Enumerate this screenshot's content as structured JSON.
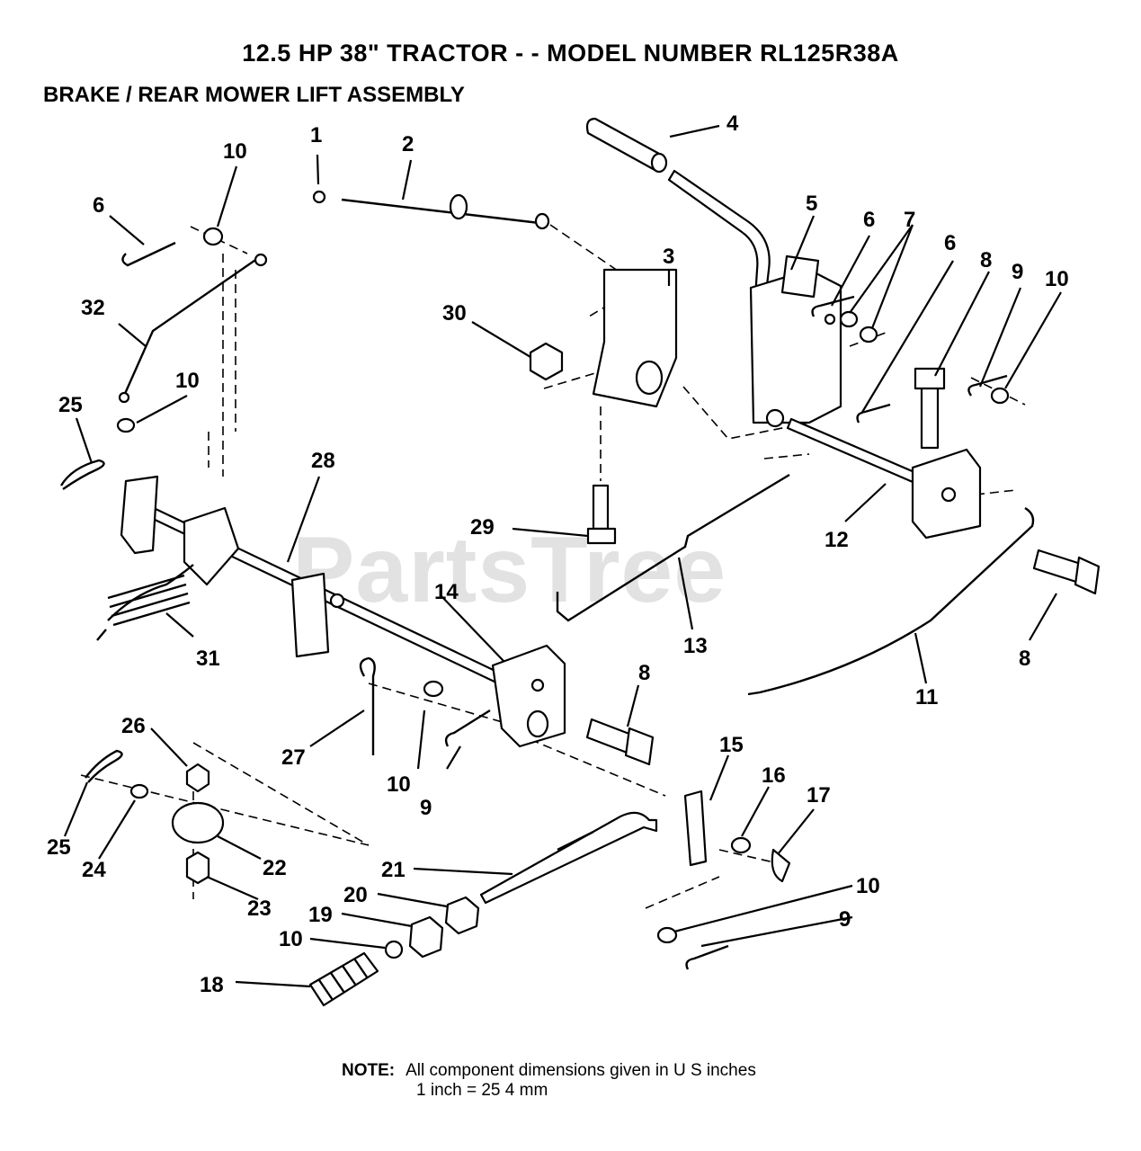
{
  "header": {
    "title": "12.5 HP 38\" TRACTOR - - MODEL NUMBER RL125R38A",
    "subtitle": "BRAKE / REAR MOWER LIFT ASSEMBLY"
  },
  "watermark": "PartsTree",
  "note": {
    "label": "NOTE:",
    "line1": "All component dimensions given in U S  inches",
    "line2": "1 inch = 25 4 mm"
  },
  "callouts": [
    {
      "id": "c1",
      "text": "1"
    },
    {
      "id": "c2",
      "text": "2"
    },
    {
      "id": "c3",
      "text": "3"
    },
    {
      "id": "c4",
      "text": "4"
    },
    {
      "id": "c5",
      "text": "5"
    },
    {
      "id": "c6a",
      "text": "6"
    },
    {
      "id": "c6b",
      "text": "6"
    },
    {
      "id": "c6c",
      "text": "6"
    },
    {
      "id": "c7",
      "text": "7"
    },
    {
      "id": "c8a",
      "text": "8"
    },
    {
      "id": "c8b",
      "text": "8"
    },
    {
      "id": "c8c",
      "text": "8"
    },
    {
      "id": "c9a",
      "text": "9"
    },
    {
      "id": "c9b",
      "text": "9"
    },
    {
      "id": "c9c",
      "text": "9"
    },
    {
      "id": "c10a",
      "text": "10"
    },
    {
      "id": "c10b",
      "text": "10"
    },
    {
      "id": "c10c",
      "text": "10"
    },
    {
      "id": "c10d",
      "text": "10"
    },
    {
      "id": "c10e",
      "text": "10"
    },
    {
      "id": "c10f",
      "text": "10"
    },
    {
      "id": "c11",
      "text": "11"
    },
    {
      "id": "c12",
      "text": "12"
    },
    {
      "id": "c13",
      "text": "13"
    },
    {
      "id": "c14",
      "text": "14"
    },
    {
      "id": "c15",
      "text": "15"
    },
    {
      "id": "c16",
      "text": "16"
    },
    {
      "id": "c17",
      "text": "17"
    },
    {
      "id": "c18",
      "text": "18"
    },
    {
      "id": "c19",
      "text": "19"
    },
    {
      "id": "c20",
      "text": "20"
    },
    {
      "id": "c21",
      "text": "21"
    },
    {
      "id": "c22",
      "text": "22"
    },
    {
      "id": "c23",
      "text": "23"
    },
    {
      "id": "c24",
      "text": "24"
    },
    {
      "id": "c25a",
      "text": "25"
    },
    {
      "id": "c25b",
      "text": "25"
    },
    {
      "id": "c26",
      "text": "26"
    },
    {
      "id": "c27",
      "text": "27"
    },
    {
      "id": "c28",
      "text": "28"
    },
    {
      "id": "c29",
      "text": "29"
    },
    {
      "id": "c30",
      "text": "30"
    },
    {
      "id": "c31",
      "text": "31"
    },
    {
      "id": "c32",
      "text": "32"
    }
  ]
}
